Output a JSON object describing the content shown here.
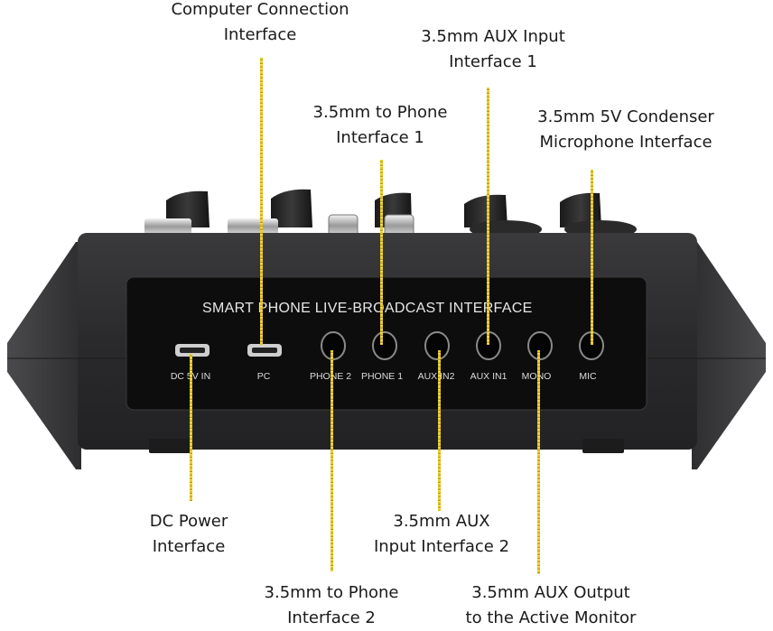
{
  "panel": {
    "title": "SMART PHONE LIVE-BROADCAST INTERFACE",
    "ports": [
      {
        "id": "dc5vin",
        "label": "DC 5V IN",
        "type": "micro-usb"
      },
      {
        "id": "pc",
        "label": "PC",
        "type": "micro-usb"
      },
      {
        "id": "phone2",
        "label": "PHONE 2",
        "type": "3.5mm-jack"
      },
      {
        "id": "phone1",
        "label": "PHONE 1",
        "type": "3.5mm-jack"
      },
      {
        "id": "auxin2",
        "label": "AUX IN2",
        "type": "3.5mm-jack"
      },
      {
        "id": "auxin1",
        "label": "AUX IN1",
        "type": "3.5mm-jack"
      },
      {
        "id": "mono",
        "label": "MONO",
        "type": "3.5mm-jack"
      },
      {
        "id": "mic",
        "label": "MIC",
        "type": "3.5mm-jack"
      }
    ]
  },
  "callouts": {
    "computer": {
      "line1": "Computer Connection",
      "line2": "Interface"
    },
    "aux_in_1": {
      "line1": "3.5mm AUX Input",
      "line2": "Interface 1"
    },
    "phone_1": {
      "line1": "3.5mm to Phone",
      "line2": "Interface 1"
    },
    "mic": {
      "line1": "3.5mm 5V Condenser",
      "line2": "Microphone Interface"
    },
    "dc_power": {
      "line1": "DC Power",
      "line2": "Interface"
    },
    "aux_in_2": {
      "line1": "3.5mm AUX",
      "line2": "Input Interface 2"
    },
    "phone_2": {
      "line1": "3.5mm to Phone",
      "line2": "Interface 2"
    },
    "aux_out": {
      "line1": "3.5mm AUX Output",
      "line2": "to the Active Monitor"
    }
  },
  "colors": {
    "leader": "#e8c81e",
    "body": "#2b2b2b",
    "panel": "#0e0e0e"
  }
}
